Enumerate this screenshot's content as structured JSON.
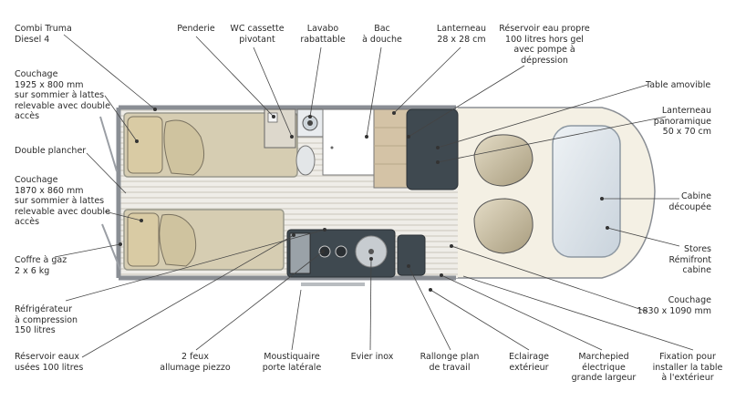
{
  "labels": {
    "combi": [
      "Combi Truma",
      "Diesel 4"
    ],
    "couchage1": [
      "Couchage",
      "1925 x 800 mm",
      "sur sommier à lattes",
      "relevable avec double",
      "accès"
    ],
    "double_plancher": [
      "Double plancher"
    ],
    "couchage2": [
      "Couchage",
      "1870 x 860 mm",
      "sur sommier à lattes",
      "relevable avec double",
      "accès"
    ],
    "coffre_gaz": [
      "Coffre à gaz",
      "2 x 6 kg"
    ],
    "refrigerateur": [
      "Réfrigérateur",
      "à compression",
      "150 litres"
    ],
    "reservoir_eaux_usees": [
      "Réservoir eaux",
      "usées 100 litres"
    ],
    "penderie": [
      "Penderie"
    ],
    "wc": [
      "WC cassette",
      "pivotant"
    ],
    "lavabo": [
      "Lavabo",
      "rabattable"
    ],
    "bac_douche": [
      "Bac",
      "à douche"
    ],
    "lanterneau": [
      "Lanterneau",
      "28 x 28 cm"
    ],
    "reservoir_eau_propre": [
      "Réservoir eau propre",
      "100 litres hors gel",
      "avec pompe à",
      "dépression"
    ],
    "table_amovible": [
      "Table amovible"
    ],
    "lanterneau_panoramique": [
      "Lanterneau",
      "panoramique",
      "50 x 70 cm"
    ],
    "cabine_decoupee": [
      "Cabine",
      "découpée"
    ],
    "stores": [
      "Stores",
      "Rémifront",
      "cabine"
    ],
    "couchage_cabine": [
      "Couchage",
      "1830 x 1090 mm"
    ],
    "feux": [
      "2 feux",
      "allumage piezzo"
    ],
    "moustiquaire": [
      "Moustiquaire",
      "porte latérale"
    ],
    "evier": [
      "Evier inox"
    ],
    "rallonge": [
      "Rallonge plan",
      "de travail"
    ],
    "eclairage": [
      "Eclairage",
      "extérieur"
    ],
    "marchepied": [
      "Marchepied",
      "électrique",
      "grande largeur"
    ],
    "fixation": [
      "Fixation pour",
      "installer la table",
      "à l'extérieur"
    ]
  },
  "colors": {
    "wall": "#8a8e94",
    "floor_stripe": "#e6e4de",
    "bed": "#d6cdb2",
    "pillow": "#d9cba4",
    "dark_cabinet": "#3f4950",
    "cab_floor": "#f4f0e4",
    "cab_window": "#dfe6ec",
    "seat": "#c8bea4",
    "leader": "#444444",
    "text": "#2a2a2a"
  }
}
